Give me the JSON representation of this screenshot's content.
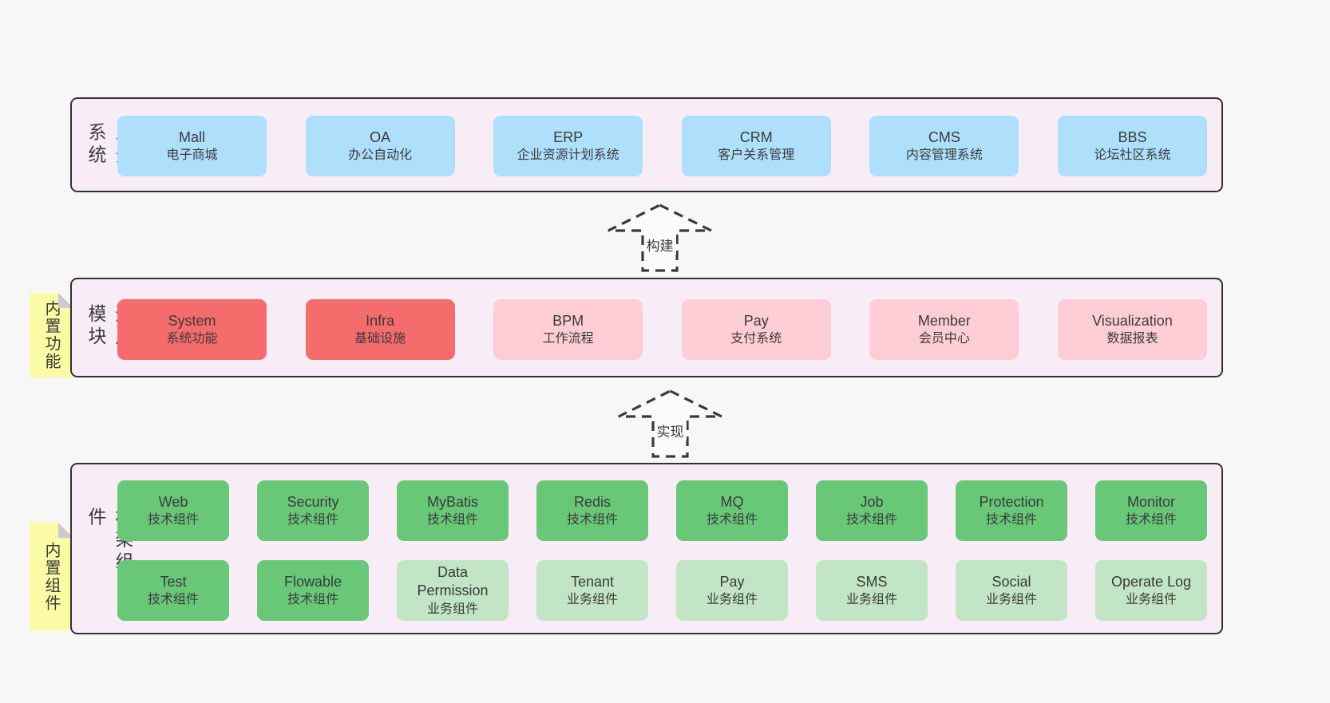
{
  "diagram": {
    "bands": [
      {
        "label": "业务系统",
        "boxes": [
          {
            "name": "Mall",
            "desc": "电子商城"
          },
          {
            "name": "OA",
            "desc": "办公自动化"
          },
          {
            "name": "ERP",
            "desc": "企业资源计划系统"
          },
          {
            "name": "CRM",
            "desc": "客户关系管理"
          },
          {
            "name": "CMS",
            "desc": "内容管理系统"
          },
          {
            "name": "BBS",
            "desc": "论坛社区系统"
          }
        ]
      },
      {
        "label": "通用模块",
        "boxes": [
          {
            "name": "System",
            "desc": "系统功能"
          },
          {
            "name": "Infra",
            "desc": "基础设施"
          },
          {
            "name": "BPM",
            "desc": "工作流程"
          },
          {
            "name": "Pay",
            "desc": "支付系统"
          },
          {
            "name": "Member",
            "desc": "会员中心"
          },
          {
            "name": "Visualization",
            "desc": "数据报表"
          }
        ]
      },
      {
        "label": "框架组件",
        "boxes": [
          {
            "name": "Web",
            "desc": "技术组件"
          },
          {
            "name": "Security",
            "desc": "技术组件"
          },
          {
            "name": "MyBatis",
            "desc": "技术组件"
          },
          {
            "name": "Redis",
            "desc": "技术组件"
          },
          {
            "name": "MQ",
            "desc": "技术组件"
          },
          {
            "name": "Job",
            "desc": "技术组件"
          },
          {
            "name": "Protection",
            "desc": "技术组件"
          },
          {
            "name": "Monitor",
            "desc": "技术组件"
          },
          {
            "name": "Test",
            "desc": "技术组件"
          },
          {
            "name": "Flowable",
            "desc": "技术组件"
          },
          {
            "name": "Data Permission",
            "desc": "业务组件"
          },
          {
            "name": "Tenant",
            "desc": "业务组件"
          },
          {
            "name": "Pay",
            "desc": "业务组件"
          },
          {
            "name": "SMS",
            "desc": "业务组件"
          },
          {
            "name": "Social",
            "desc": "业务组件"
          },
          {
            "name": "Operate Log",
            "desc": "业务组件"
          }
        ]
      }
    ],
    "arrows": [
      {
        "label": "构建"
      },
      {
        "label": "实现"
      }
    ],
    "notes": [
      {
        "label": "内置功能"
      },
      {
        "label": "内置组件"
      }
    ],
    "colors": {
      "page_bg": "#f7f7f8",
      "band_bg": "#f8edf6",
      "band_border": "#323232",
      "blue": "#aee0fc",
      "red": "#f56c6c",
      "pink": "#fecdd6",
      "green": "#68c878",
      "light_green": "#c1e5c5",
      "note_yellow": "#fbfaa5",
      "fold_gray": "#cbcbcb",
      "text": "#3b3b3b"
    }
  }
}
